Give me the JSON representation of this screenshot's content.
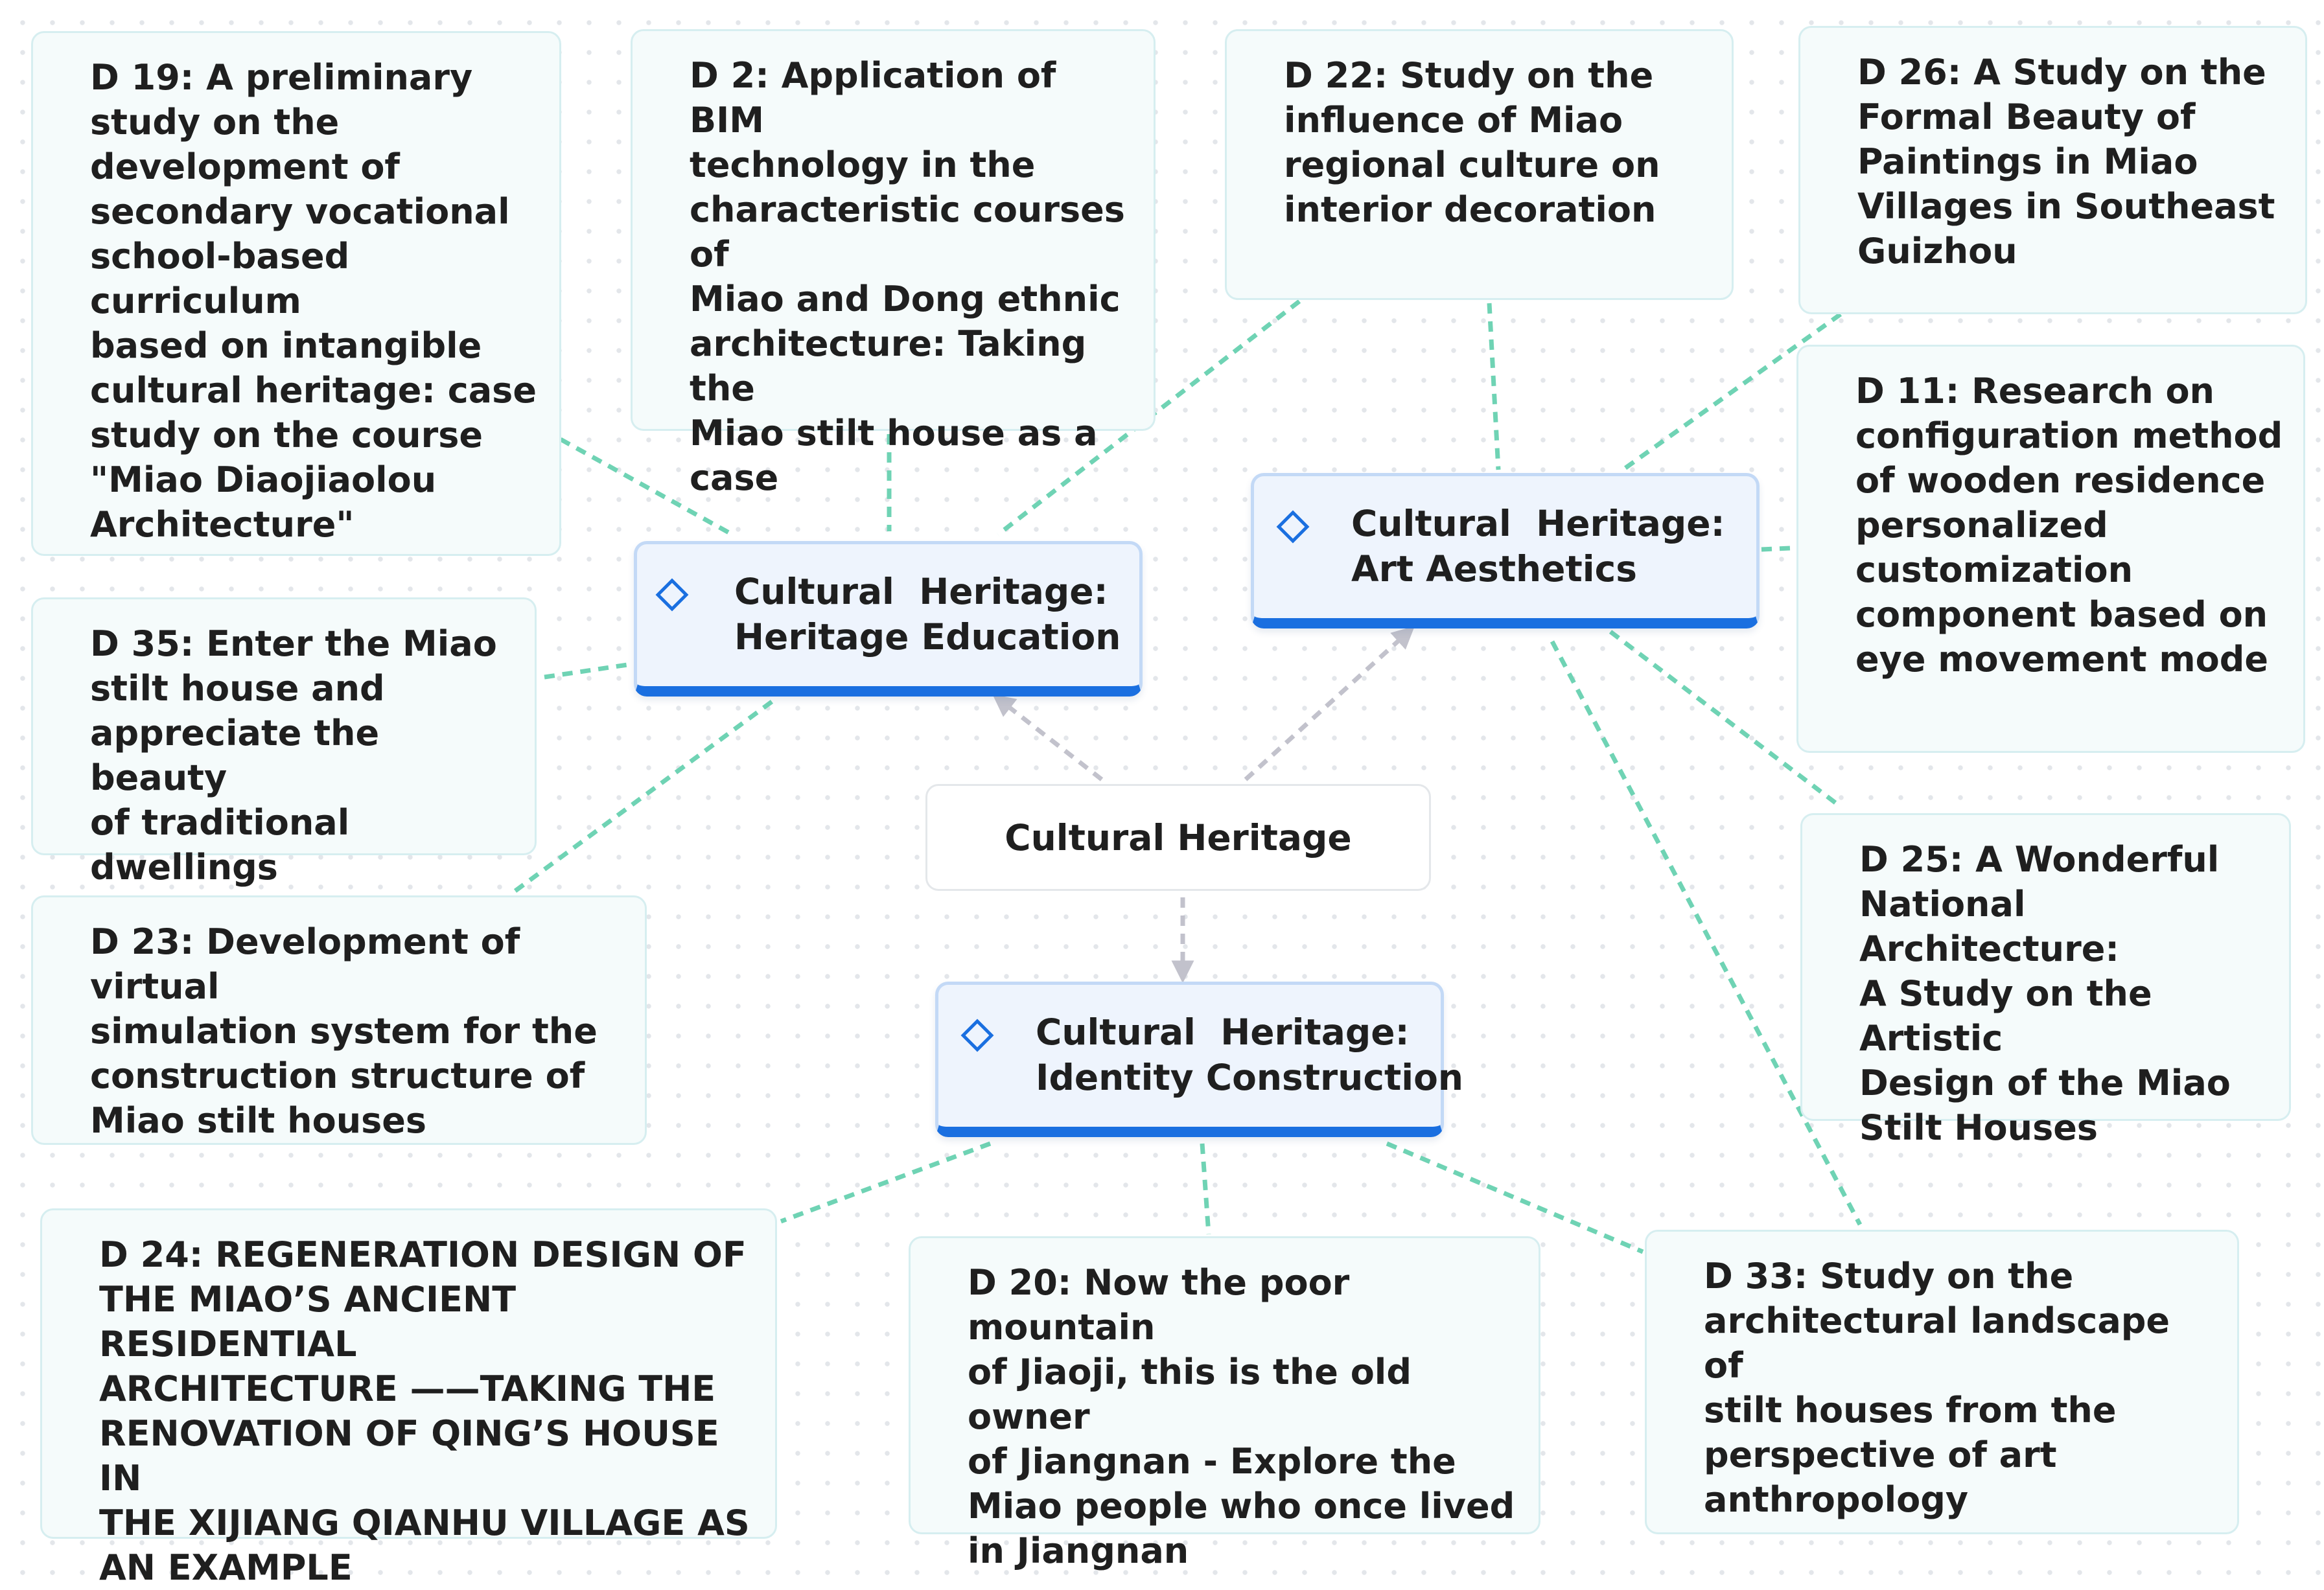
{
  "root": {
    "label": "Cultural Heritage"
  },
  "hubs": {
    "education": {
      "label": "Cultural  Heritage:\nHeritage Education"
    },
    "aesthetics": {
      "label": "Cultural  Heritage:\nArt Aesthetics"
    },
    "identity": {
      "label": "Cultural  Heritage:\nIdentity Construction"
    }
  },
  "cards": {
    "d19": "D 19: A preliminary\nstudy on the\ndevelopment of\nsecondary vocational\nschool-based curriculum\nbased on intangible\ncultural heritage: case\nstudy on the course\n\"Miao Diaojiaolou\nArchitecture\"",
    "d2": "D 2: Application of BIM\ntechnology in the\ncharacteristic courses of\nMiao and Dong ethnic\narchitecture: Taking the\nMiao stilt house as a\ncase",
    "d22": "D 22: Study on the\ninfluence of Miao\nregional culture on\ninterior decoration",
    "d26": "D 26: A Study on the\nFormal Beauty of\nPaintings in Miao\nVillages in Southeast\nGuizhou",
    "d11": "D 11: Research on\nconfiguration method\nof wooden residence\npersonalized\ncustomization\ncomponent based on\neye movement mode",
    "d35": "D 35: Enter the Miao\nstilt house and\nappreciate the beauty\nof traditional dwellings",
    "d23": "D 23: Development of virtual\nsimulation system for the\nconstruction structure of\nMiao stilt houses",
    "d25": "D 25: A Wonderful\nNational Architecture:\nA Study on the Artistic\nDesign of the Miao\nStilt Houses",
    "d24": "D 24: REGENERATION DESIGN OF\nTHE MIAO’S ANCIENT RESIDENTIAL\nARCHITECTURE ——TAKING THE\nRENOVATION OF QING’S HOUSE IN\nTHE XIJIANG QIANHU VILLAGE AS\nAN EXAMPLE",
    "d20": "D 20: Now the poor mountain\nof Jiaoji, this is the old owner\nof Jiangnan - Explore the\nMiao people who once lived\nin Jiangnan",
    "d33": "D 33: Study on the\narchitectural landscape of\nstilt houses from the\nperspective of art\nanthropology"
  },
  "colors": {
    "child_link": "#6fd3b4",
    "root_link": "#c2c2cc",
    "hub_accent": "#1a6fe0"
  }
}
